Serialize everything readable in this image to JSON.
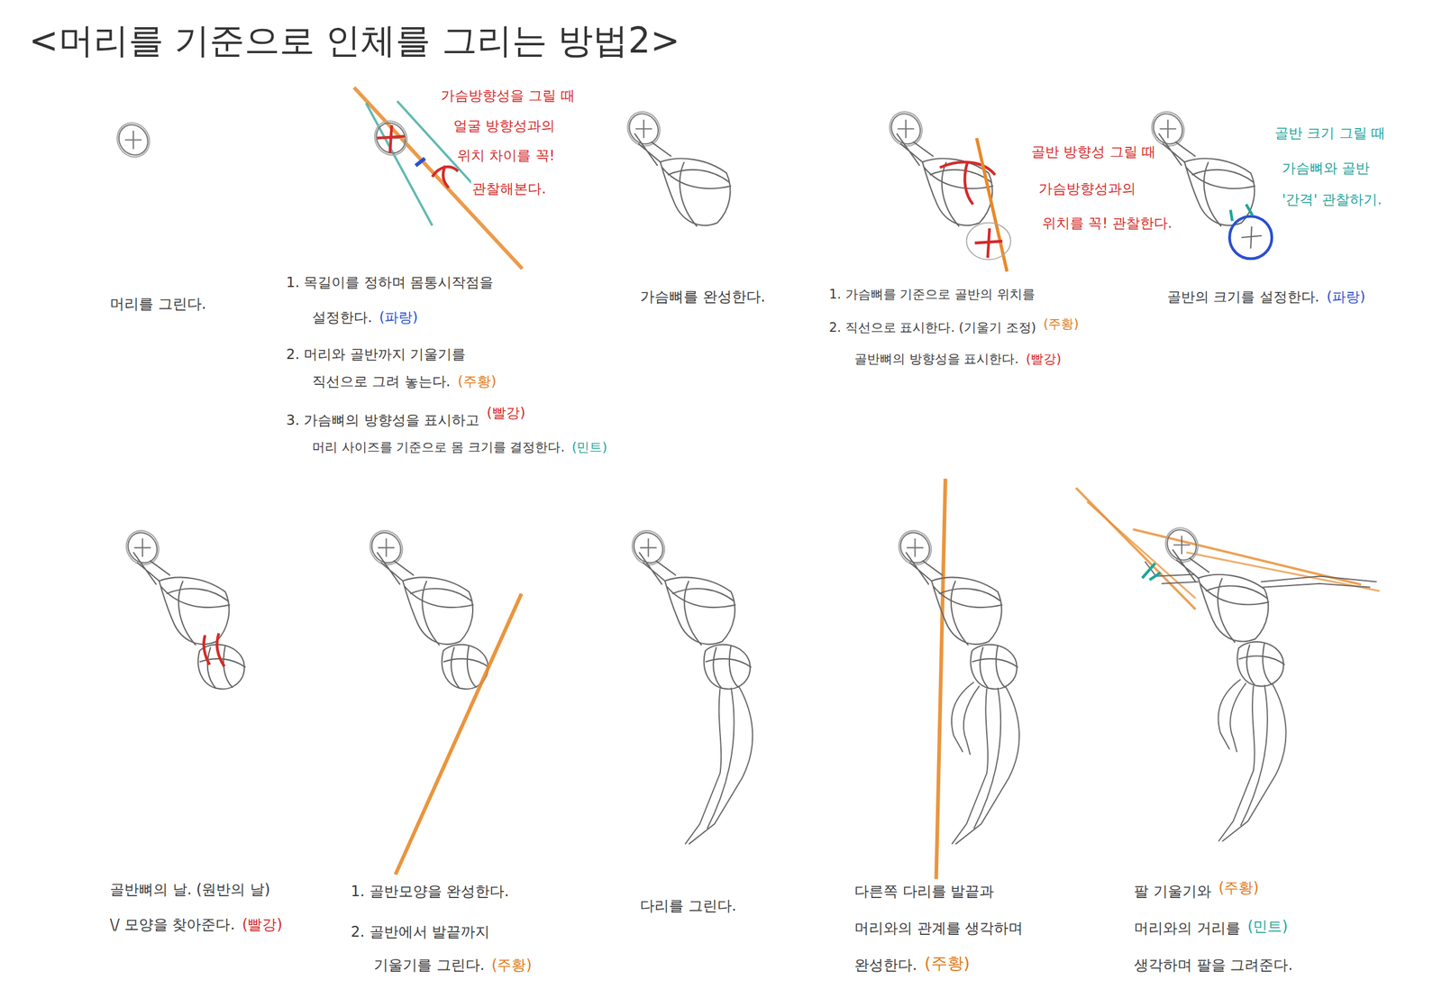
{
  "diagram": {
    "title": "<머리를 기준으로 인체를 그리는 방법2>",
    "labels": [
      "머리를 그린다.",
      "가슴방향성을 그릴 때",
      "얼굴 방향성과의",
      "위치 차이를 꼭!",
      "관찰해본다.",
      "1. 목길이를 정하며 몸통시작점을",
      "설정한다.",
      "(파랑)",
      "2. 머리와 골반까지 기울기를",
      "직선으로 그려 놓는다.",
      "(주황)",
      "3. 가슴뼈의 방향성을 표시하고",
      "(빨강)",
      "머리 사이즈를 기준으로 몸 크기를 결정한다.",
      "(민트)",
      "가슴뼈를 완성한다.",
      "골반 방향성 그릴 때",
      "가슴방향성과의",
      "위치를 꼭! 관찰한다.",
      "1. 가슴뼈를 기준으로 골반의 위치를",
      "2. 직선으로 표시한다. (기울기 조정)",
      "(주황)",
      "골반뼈의 방향성을 표시한다.",
      "(빨강)",
      "골반 크기 그릴 때",
      "가슴뼈와 골반",
      "'간격' 관찰하기.",
      "골반의 크기를 설정한다.",
      "(파랑)",
      "골반뼈의 날. (원반의 날)",
      "\\/ 모양을 찾아준다.",
      "(빨강)",
      "1. 골반모양을 완성한다.",
      "2. 골반에서 발끝까지",
      "기울기를 그린다.",
      "(주황)",
      "다리를 그린다.",
      "다른쪽 다리를 발끝과",
      "머리와의 관계를 생각하며",
      "완성한다.",
      "(주황)",
      "팔 기울기와",
      "(주황)",
      "머리와의 거리를",
      "(민트)",
      "생각하며 팔을 그려준다."
    ]
  }
}
